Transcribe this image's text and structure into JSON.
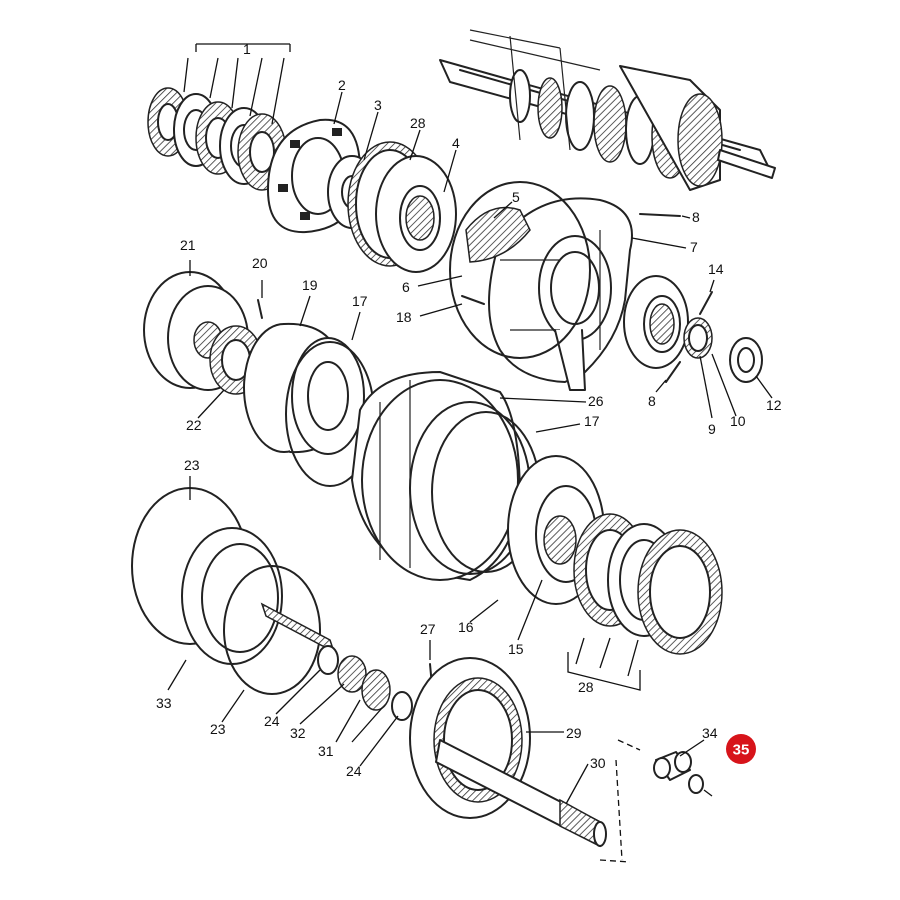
{
  "callouts": {
    "c1": "1",
    "c2": "2",
    "c3": "3",
    "c28a": "28",
    "c4": "4",
    "c5": "5",
    "c6": "6",
    "c7": "7",
    "c8a": "8",
    "c8b": "8",
    "c9": "9",
    "c10": "10",
    "c12": "12",
    "c14": "14",
    "c17a": "17",
    "c17b": "17",
    "c18": "18",
    "c19": "19",
    "c20": "20",
    "c21": "21",
    "c22": "22",
    "c23a": "23",
    "c23b": "23",
    "c24a": "24",
    "c24b": "24",
    "c26": "26",
    "c27": "27",
    "c28b": "28",
    "c29": "29",
    "c30": "30",
    "c31": "31",
    "c32": "32",
    "c33": "33",
    "c34": "34",
    "c15": "15",
    "c16": "16",
    "c35": "35"
  },
  "highlight": {
    "part": "35",
    "color": "#d7141a"
  }
}
